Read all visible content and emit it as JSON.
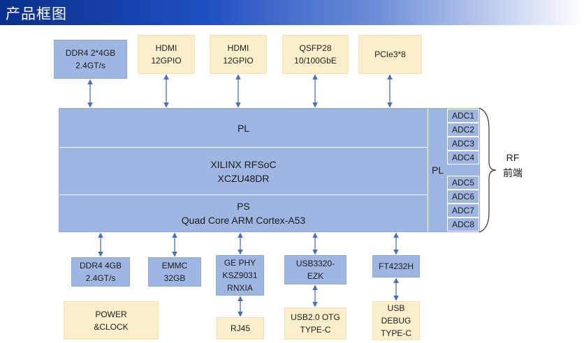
{
  "header": {
    "title": "产品框图"
  },
  "top_blocks": [
    {
      "id": "ddr4-top",
      "lines": [
        "DDR4 2*4GB",
        "2.4GT/s"
      ]
    },
    {
      "id": "hdmi-1",
      "lines": [
        "HDMI",
        "12GPIO"
      ]
    },
    {
      "id": "hdmi-2",
      "lines": [
        "HDMI",
        "12GPIO"
      ]
    },
    {
      "id": "qsfp28",
      "lines": [
        "QSFP28",
        "10/100GbE"
      ]
    },
    {
      "id": "pcie3",
      "lines": [
        "PCIe3*8"
      ]
    }
  ],
  "main": {
    "pl_top": "PL",
    "soc_line1": "XILINX RFSoC",
    "soc_line2": "XCZU48DR",
    "ps_line1": "PS",
    "ps_line2": "Quad Core ARM Cortex-A53",
    "pl_side": "PL",
    "adcs": [
      "ADC1",
      "ADC2",
      "ADC3",
      "ADC4",
      "ADC5",
      "ADC6",
      "ADC7",
      "ADC8"
    ]
  },
  "rf": {
    "line1": "RF",
    "line2": "前端"
  },
  "bottom_blocks": [
    {
      "id": "ddr4-bottom",
      "lines": [
        "DDR4 4GB",
        "2.4GT/s"
      ]
    },
    {
      "id": "emmc",
      "lines": [
        "EMMC",
        "32GB"
      ]
    },
    {
      "id": "ge-phy",
      "lines": [
        "GE PHY",
        "KSZ9031",
        "RNXIA"
      ]
    },
    {
      "id": "usb3320",
      "lines": [
        "USB3320-",
        "EZK"
      ]
    },
    {
      "id": "ft4232h",
      "lines": [
        "FT4232H"
      ]
    }
  ],
  "lower_blocks": [
    {
      "id": "power-clock",
      "lines": [
        "POWER",
        "&CLOCK"
      ]
    },
    {
      "id": "rj45",
      "lines": [
        "RJ45"
      ]
    },
    {
      "id": "usb-otg",
      "lines": [
        "USB2.0 OTG",
        "TYPE-C"
      ]
    },
    {
      "id": "usb-debug",
      "lines": [
        "USB",
        "DEBUG",
        "TYPE-C"
      ]
    }
  ],
  "colors": {
    "blue_block": "#9eb6e1",
    "cream_block": "#fbeecb",
    "arrow": "#4a6fb5",
    "header_start": "#0a2f8c"
  }
}
